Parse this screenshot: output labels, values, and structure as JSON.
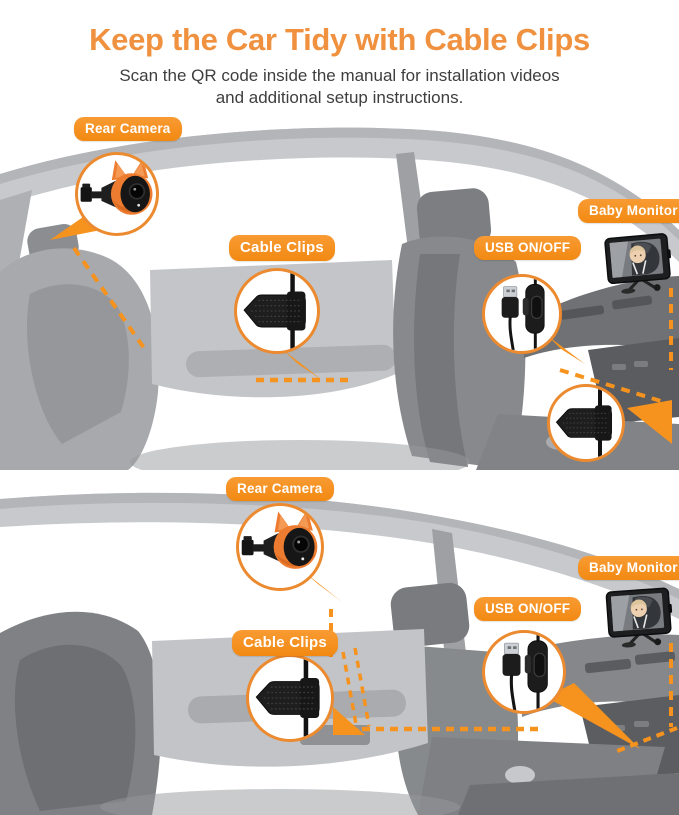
{
  "header": {
    "title": "Keep the Car Tidy with Cable Clips",
    "subtitle_line1": "Scan the QR code inside the manual for installation videos",
    "subtitle_line2": "and additional setup instructions."
  },
  "callouts": {
    "rear_camera": "Rear Camera",
    "cable_clips": "Cable Clips",
    "usb_on_off": "USB ON/OFF",
    "baby_monitor": "Baby Monitor"
  },
  "colors": {
    "accent_orange": "#F6921E",
    "title_orange": "#F0913F",
    "subtitle_gray": "#3E3E3E",
    "pill_text": "#FFFFFF",
    "inset_border": "#EC8A2F"
  },
  "icons": {
    "rear_camera_photo": "bunny-ear-camera-with-clamp-mount",
    "cable_clip_photo": "velcro-cable-clip-holding-cable",
    "usb_photo": "usb-plug-with-inline-on-off-switch",
    "baby_monitor_photo": "dash-monitor-showing-baby-in-car-seat"
  }
}
